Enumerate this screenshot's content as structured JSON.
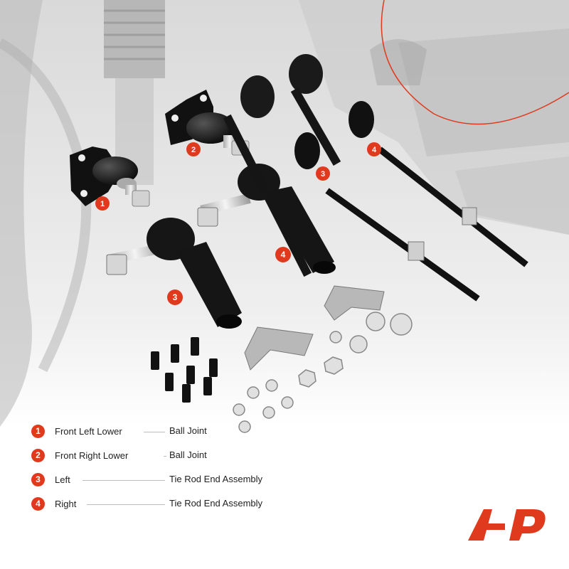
{
  "legend": [
    {
      "num": "1",
      "left": "Front Left Lower",
      "right": "Ball Joint"
    },
    {
      "num": "2",
      "left": "Front Right Lower",
      "right": "Ball Joint"
    },
    {
      "num": "3",
      "left": "Left",
      "right": "Tie Rod End Assembly"
    },
    {
      "num": "4",
      "left": "Right",
      "right": "Tie Rod End Assembly"
    }
  ],
  "part_labels": {
    "ball_left": "1",
    "ball_right": "2",
    "tre_left": "3",
    "tre_right": "4",
    "rack_left": "3",
    "rack_right": "4"
  },
  "colors": {
    "accent": "#e03a1e",
    "part": "#1a1a1a",
    "metal": "#c9c9c9"
  },
  "brand_logo": "AP"
}
